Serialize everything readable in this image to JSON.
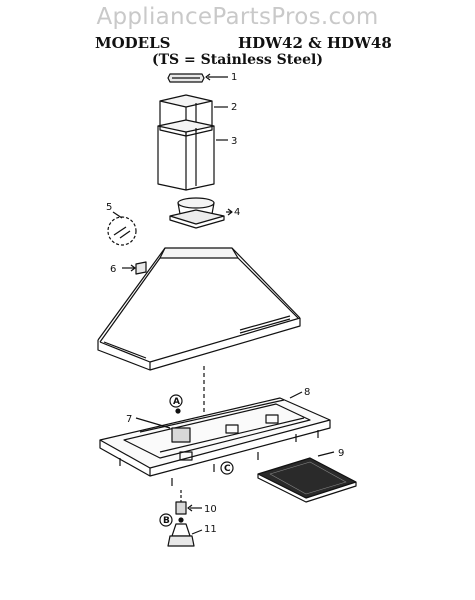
{
  "watermark": "AppliancePartsPros.com",
  "header": {
    "models_label": "MODELS",
    "models_list": "HDW42 & HDW48",
    "note": "(TS = Stainless Steel)"
  },
  "callouts": [
    "1",
    "2",
    "3",
    "4",
    "5",
    "6",
    "7",
    "8",
    "9",
    "10",
    "11"
  ],
  "reference_letters": [
    "A",
    "B",
    "C"
  ]
}
